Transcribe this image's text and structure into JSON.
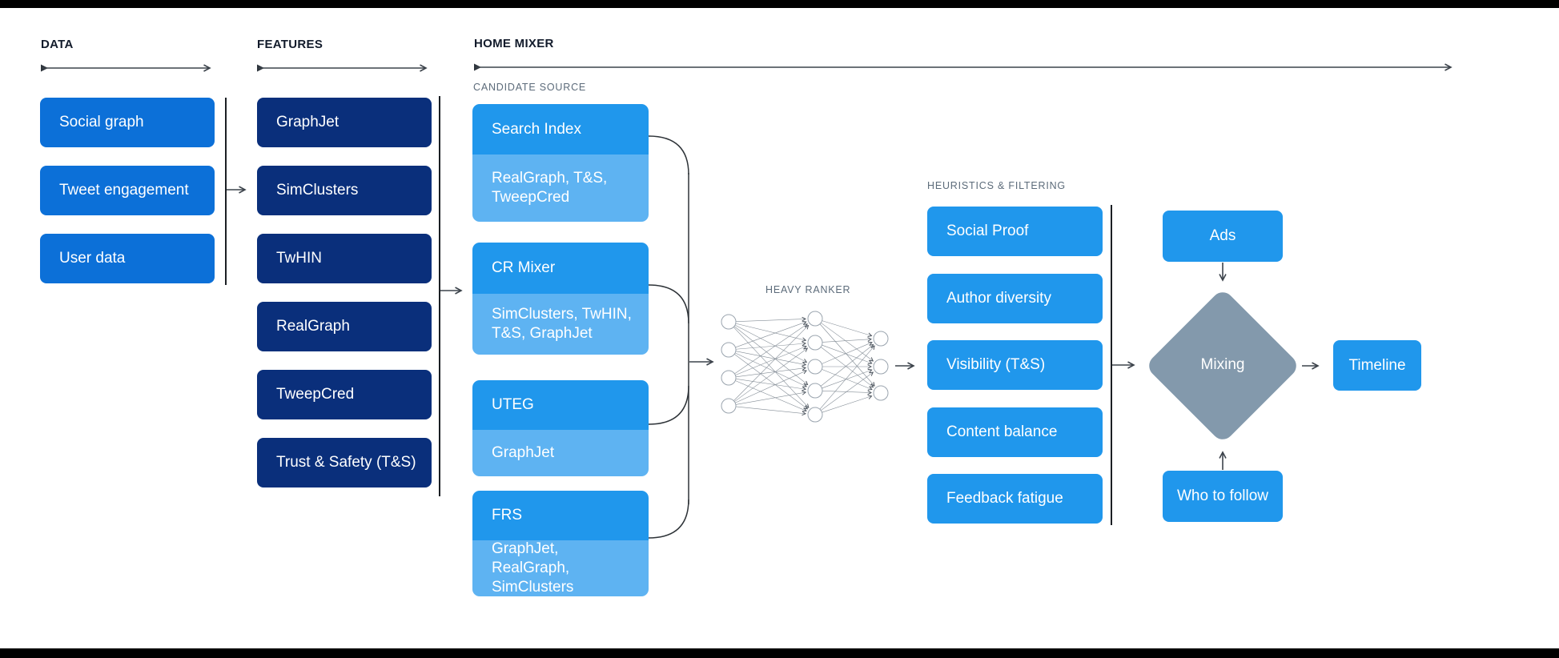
{
  "sections": {
    "data": {
      "header": "DATA",
      "items": [
        "Social graph",
        "Tweet engagement",
        "User data"
      ]
    },
    "features": {
      "header": "FEATURES",
      "items": [
        "GraphJet",
        "SimClusters",
        "TwHIN",
        "RealGraph",
        "TweepCred",
        "Trust & Safety (T&S)"
      ]
    },
    "home_mixer": {
      "header": "HOME MIXER",
      "candidate_source_label": "CANDIDATE SOURCE",
      "candidate_sources": [
        {
          "name": "Search Index",
          "features": "RealGraph, T&S, TweepCred"
        },
        {
          "name": "CR Mixer",
          "features": "SimClusters, TwHIN, T&S, GraphJet"
        },
        {
          "name": "UTEG",
          "features": "GraphJet"
        },
        {
          "name": "FRS",
          "features": "GraphJet, RealGraph, SimClusters"
        }
      ],
      "heavy_ranker_label": "HEAVY RANKER",
      "heuristics": {
        "header": "HEURISTICS & FILTERING",
        "items": [
          "Social Proof",
          "Author diversity",
          "Visibility (T&S)",
          "Content balance",
          "Feedback fatigue"
        ]
      },
      "mixing": {
        "ads": "Ads",
        "diamond": "Mixing",
        "timeline": "Timeline",
        "who_to_follow": "Who to follow"
      }
    }
  },
  "colors": {
    "data_box": "#0c70d8",
    "feature_box": "#0a2f7b",
    "candidate_top": "#2097ec",
    "candidate_bottom": "#5eb3f2",
    "heuristic_box": "#2097ec",
    "mixing_diamond": "#8399ac",
    "header_text": "#121b2b",
    "sublabel_text": "#5c6b7a",
    "arrow": "#3c434b"
  }
}
